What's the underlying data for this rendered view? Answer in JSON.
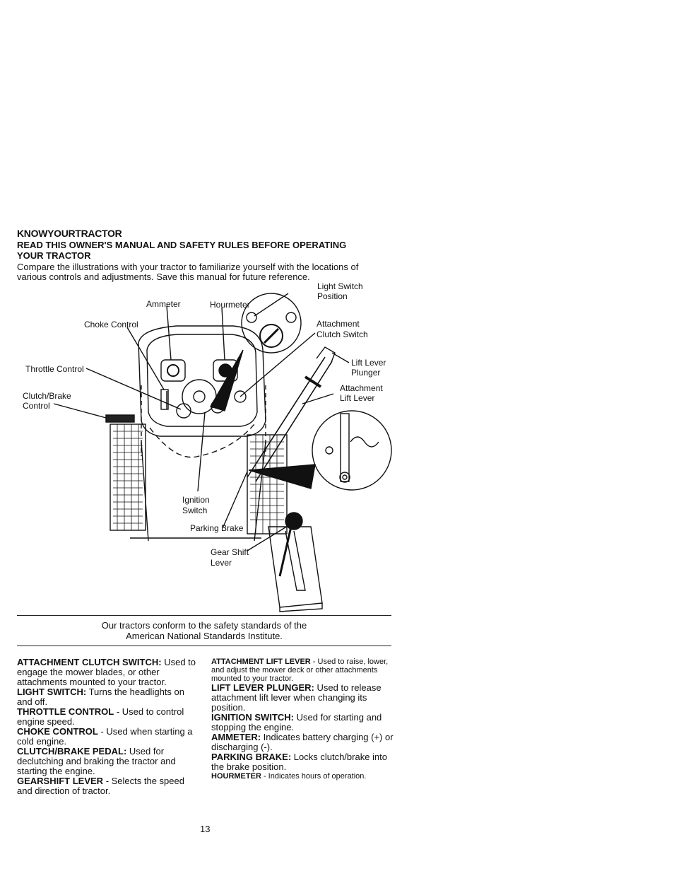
{
  "header": {
    "section_title": "KNOWYOURTRACTOR",
    "warning": "READ THIS OWNER'S MANUAL AND SAFETY RULES BEFORE OPERATING",
    "warning_line2": "YOUR TRACTOR",
    "intro_line1": "Compare the illustrations with your tractor to familiarize yourself with the locations of",
    "intro_line2": "various controls and adjustments. Save this manual for future reference."
  },
  "diagram_labels": {
    "light_switch_position_1": "Light Switch",
    "light_switch_position_2": "Position",
    "ammeter": "Ammeter",
    "hourmeter": "Hourmeter",
    "choke_control": "Choke Control",
    "attachment_clutch_1": "Attachment",
    "attachment_clutch_2": "Clutch Switch",
    "throttle_control": "Throttle Control",
    "lift_plunger_1": "Lift Lever",
    "lift_plunger_2": "Plunger",
    "clutch_brake_1": "Clutch/Brake",
    "clutch_brake_2": "Control",
    "attachment_lift_1": "Attachment",
    "attachment_lift_2": "Lift Lever",
    "ignition_1": "Ignition",
    "ignition_2": "Switch",
    "parking_brake": "Parking Brake",
    "gear_shift_1": "Gear Shift",
    "gear_shift_2": "Lever"
  },
  "standards": {
    "line1": "Our tractors conform to the safety standards of the",
    "line2": "American National Standards Institute."
  },
  "left_column": [
    {
      "term": "ATTACHMENT CLUTCH SWITCH:",
      "text": " Used to engage the mower blades, or other attachments mounted to your tractor."
    },
    {
      "term": "LIGHT SWITCH:",
      "text": " Turns the headlights on and off."
    },
    {
      "term": "THROTTLE CONTROL",
      "text": " - Used to control engine speed."
    },
    {
      "term": "CHOKE CONTROL",
      "text": " - Used when starting a cold engine."
    },
    {
      "term": "CLUTCH/BRAKE PEDAL:",
      "text": " Used for declutching and braking the tractor and starting the engine."
    },
    {
      "term": "GEARSHIFT LEVER",
      "text": " - Selects the speed and direction of tractor."
    }
  ],
  "right_column": [
    {
      "term": "ATTACHMENT LIFT LEVER",
      "text": " - Used to raise, lower, and adjust the mower deck or other attachments mounted to your tractor."
    },
    {
      "term": "LIFT LEVER PLUNGER:",
      "text": " Used to release attachment lift lever when changing its position."
    },
    {
      "term": "IGNITION SWITCH:",
      "text": " Used for starting and stopping the engine."
    },
    {
      "term": "AMMETER:",
      "text": " Indicates battery charging (+) or discharging (-)."
    },
    {
      "term": "PARKING BRAKE:",
      "text": " Locks clutch/brake into the brake position."
    },
    {
      "term": "HOURMETER",
      "text": " - Indicates hours of operation."
    }
  ],
  "page_number": "13"
}
